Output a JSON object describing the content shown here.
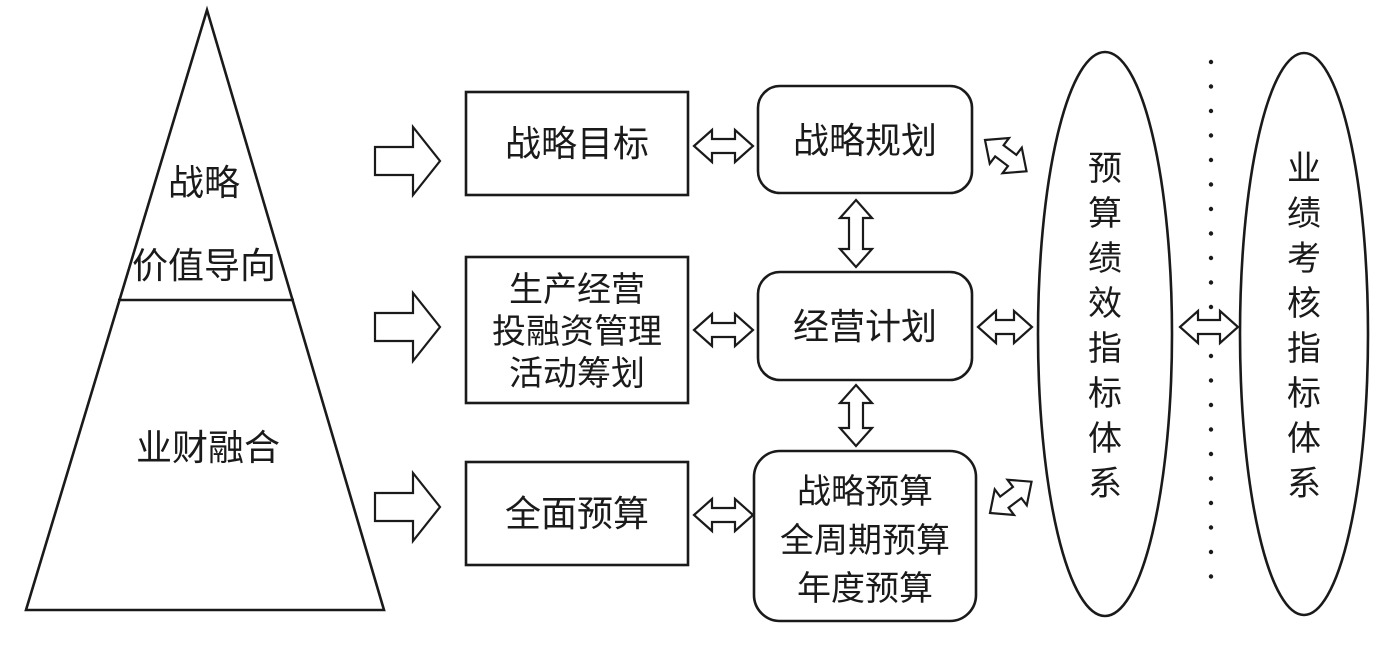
{
  "pyramid": {
    "top_label_1": "战略",
    "top_label_2": "价值导向",
    "bottom_label": "业财融合"
  },
  "boxes": {
    "strategic_goal": "战略目标",
    "operations_line_1": "生产经营",
    "operations_line_2": "投融资管理",
    "operations_line_3": "活动筹划",
    "full_budget": "全面预算"
  },
  "rounded_boxes": {
    "strategic_planning": "战略规划",
    "business_plan": "经营计划",
    "budget_line_1": "战略预算",
    "budget_line_2": "全周期预算",
    "budget_line_3": "年度预算"
  },
  "ellipses": {
    "budget_kpi_system": "预算绩效指标体系",
    "performance_kpi_system": "业绩考核指标体系"
  }
}
